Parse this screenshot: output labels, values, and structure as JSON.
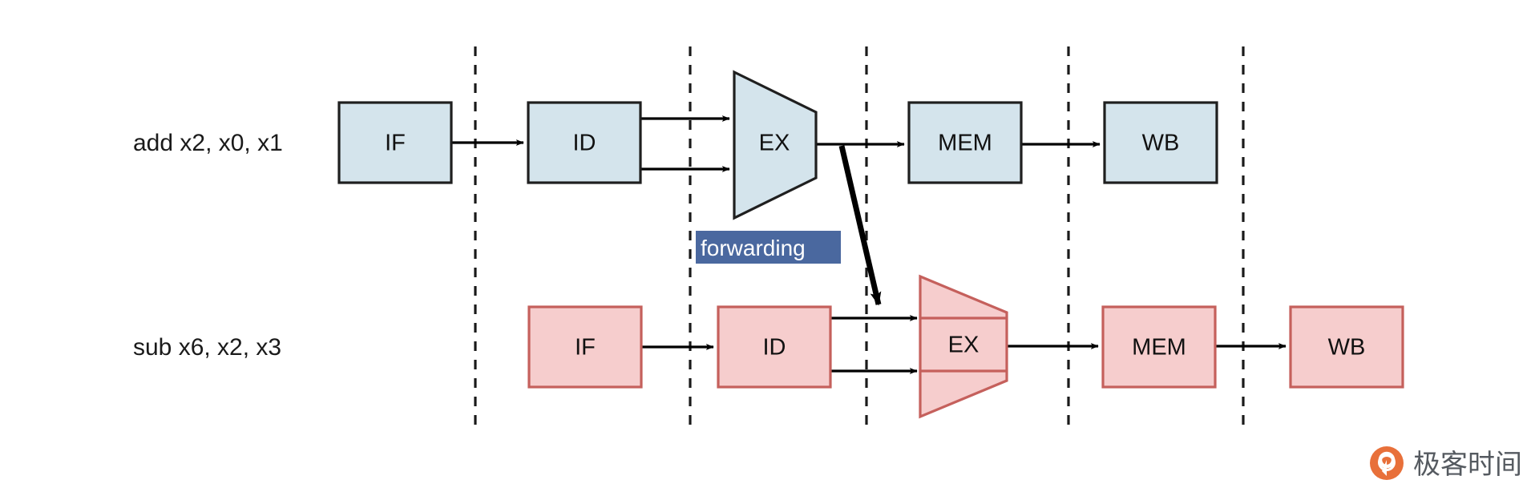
{
  "diagram": {
    "title": "Pipeline forwarding diagram",
    "colors": {
      "top_fill": "#d4e4ec",
      "top_stroke": "#1f1f1f",
      "bottom_fill": "#f6cdcd",
      "bottom_stroke": "#c5605c",
      "arrow": "#000000",
      "divider": "#1a1a1a",
      "highlight_bg": "#4a689f",
      "highlight_text": "#ffffff",
      "watermark_logo": "#e8703a",
      "watermark_text": "#555a60"
    },
    "rows": [
      {
        "id": "row-add",
        "label": "add x2, x0, x1",
        "scheme": "blue",
        "stages": [
          {
            "name": "IF",
            "shape": "rect"
          },
          {
            "name": "ID",
            "shape": "rect"
          },
          {
            "name": "EX",
            "shape": "alu"
          },
          {
            "name": "MEM",
            "shape": "rect"
          },
          {
            "name": "WB",
            "shape": "rect"
          }
        ]
      },
      {
        "id": "row-sub",
        "label": "sub x6, x2, x3",
        "scheme": "pink",
        "stages": [
          {
            "name": "IF",
            "shape": "rect"
          },
          {
            "name": "ID",
            "shape": "rect"
          },
          {
            "name": "EX",
            "shape": "mux"
          },
          {
            "name": "MEM",
            "shape": "rect"
          },
          {
            "name": "WB",
            "shape": "rect"
          }
        ]
      }
    ],
    "annotation": {
      "label": "forwarding"
    },
    "stage_dividers": 5
  },
  "watermark": {
    "text": "极客时间"
  }
}
